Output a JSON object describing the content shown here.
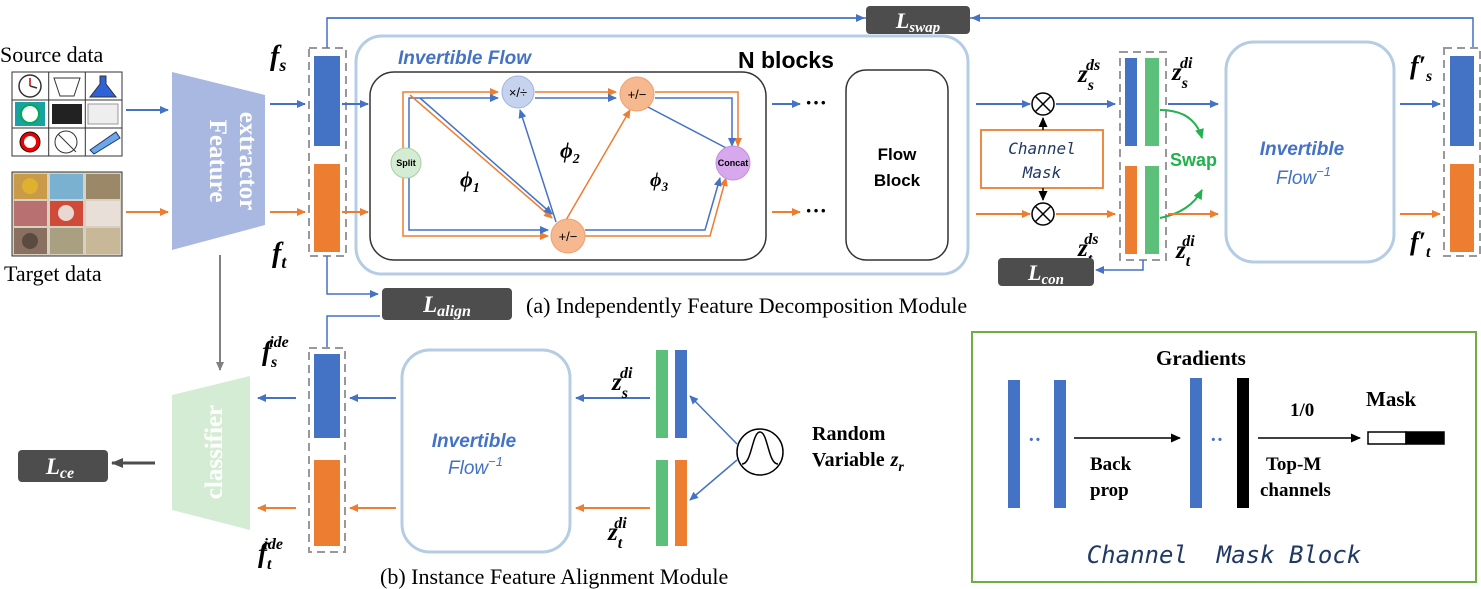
{
  "inputs": {
    "source_label": "Source data",
    "target_label": "Target data"
  },
  "feature_extractor": {
    "label_line1": "Feature",
    "label_line2": "extractor"
  },
  "classifier": {
    "label": "classifier"
  },
  "features": {
    "fs": "f",
    "fs_sub": "s",
    "ft": "f",
    "ft_sub": "t",
    "fs_prime": "f′",
    "fs_prime_sub": "s",
    "ft_prime": "f′",
    "ft_prime_sub": "t",
    "fs_ide": "f",
    "fs_ide_sup": "ide",
    "fs_ide_sub": "s",
    "ft_ide": "f",
    "ft_ide_sup": "ide",
    "ft_ide_sub": "t",
    "zs_ds": "z",
    "zs_ds_sup": "ds",
    "zs_ds_sub": "s",
    "zt_ds": "z",
    "zt_ds_sup": "ds",
    "zt_ds_sub": "t",
    "zs_di": "z",
    "zs_di_sup": "di",
    "zs_di_sub": "s",
    "zt_di": "z",
    "zt_di_sup": "di",
    "zt_di_sub": "t",
    "zs_di_b": "z",
    "zs_di_b_sup": "di",
    "zs_di_b_sub": "s",
    "zt_di_b": "z",
    "zt_di_b_sup": "di",
    "zt_di_b_sub": "t"
  },
  "losses": {
    "swap": "L",
    "swap_sub": "swap",
    "align": "L",
    "align_sub": "align",
    "con": "L",
    "con_sub": "con",
    "ce": "L",
    "ce_sub": "ce"
  },
  "flow": {
    "title": "Invertible Flow",
    "n_blocks": "N blocks",
    "split": "Split",
    "mult_div": "×/÷",
    "plus_minus_top": "+/−",
    "plus_minus_bottom": "+/−",
    "concat": "Concat",
    "phi1": "ϕ",
    "phi1_sub": "1",
    "phi2": "ϕ",
    "phi2_sub": "2",
    "phi3": "ϕ",
    "phi3_sub": "3",
    "ellipsis": "···",
    "flow_block_line1": "Flow",
    "flow_block_line2": "Block"
  },
  "channel_mask": {
    "line1": "Channel",
    "line2": "Mask",
    "swap": "Swap"
  },
  "inverse_flow_top": {
    "line1": "Invertible",
    "line2": "Flow",
    "line2_sup": "−1"
  },
  "inverse_flow_bottom": {
    "line1": "Invertible",
    "line2": "Flow",
    "line2_sup": "−1"
  },
  "captions": {
    "module_a": "(a) Independently Feature Decomposition Module",
    "module_b": "(b) Instance Feature Alignment Module"
  },
  "random_variable": {
    "line1": "Random",
    "line2": "Variable",
    "symbol": "z",
    "symbol_sub": "r"
  },
  "mask_block": {
    "gradients": "Gradients",
    "dots1": "··",
    "dots2": "··",
    "back_prop_line1": "Back",
    "back_prop_line2": "prop",
    "one_zero": "1/0",
    "top_m_line1": "Top-M",
    "top_m_line2": "channels",
    "mask": "Mask",
    "title": "Channel  Mask Block"
  },
  "colors": {
    "source_blue": "#4472c4",
    "target_orange": "#ed7d31",
    "invariant_green": "#5cbf7a",
    "loss_box": "#4d4d4d",
    "flow_border": "#b4cce4",
    "mask_border": "#70ad47",
    "swap_green": "#22b14c",
    "extractor_fill": "#a9b8e0",
    "classifier_fill": "#d5ecd4"
  }
}
